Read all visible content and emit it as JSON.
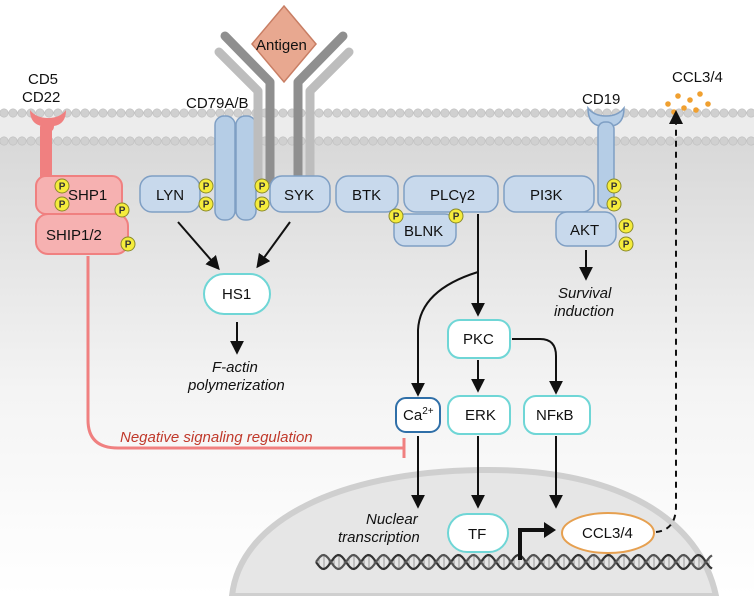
{
  "labels": {
    "cd5": "CD5",
    "cd22": "CD22",
    "cd79": "CD79A/B",
    "antigen": "Antigen",
    "cd19": "CD19",
    "ccl_top": "CCL3/4",
    "shp1": "SHP1",
    "ship": "SHIP1/2",
    "lyn": "LYN",
    "syk": "SYK",
    "btk": "BTK",
    "plc_prefix": "PLC",
    "plc_gamma": "γ",
    "plc_suffix": "2",
    "pi3k": "PI3K",
    "blnk": "BLNK",
    "akt": "AKT",
    "hs1": "HS1",
    "pkc": "PKC",
    "ca": "Ca",
    "ca_sup": "2+",
    "erk": "ERK",
    "nfkb_prefix": "NF",
    "nfkb_kappa": "κ",
    "nfkb_suffix": "B",
    "tf": "TF",
    "ccl_nuc": "CCL3/4",
    "phospho": "P",
    "survival_1": "Survival",
    "survival_2": "induction",
    "factin_1": "F-actin",
    "factin_2": "polymerization",
    "neg_reg": "Negative signaling regulation",
    "nuclear_1": "Nuclear",
    "nuclear_2": "transcription"
  },
  "colors": {
    "membrane": "#d4d4d4",
    "receptor_blue": "#b5cde6",
    "receptor_blue_stroke": "#7f9fc4",
    "inhibitory_red": "#f08080",
    "inhibitory_fill": "#f6b1b1",
    "antigen": "#e8a890",
    "bcr_gray": "#9e9e9e",
    "phospho_yellow": "#f5ec3c",
    "teal_node": "#6fd6d6",
    "calcium_blue": "#2f6fa8",
    "ccl_orange": "#e6a050",
    "neg_text": "#c0392b",
    "nucleus": "#e8e8e8"
  }
}
